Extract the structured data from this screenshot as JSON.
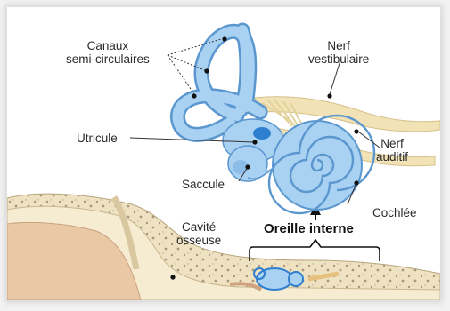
{
  "labels": {
    "canaux": [
      "Canaux",
      "semi-circulaires"
    ],
    "nerf_vestibulaire": [
      "Nerf",
      "vestibulaire"
    ],
    "utricule": "Utricule",
    "nerf_auditif": [
      "Nerf",
      "auditif"
    ],
    "saccule": "Saccule",
    "cochlee": "Cochlée",
    "cavite": [
      "Cavité",
      "osseuse"
    ],
    "oreille_interne": "Oreille interne"
  },
  "colors": {
    "labyrinth_fill": "#a9d1f2",
    "labyrinth_stroke": "#5b97cf",
    "labyrinth_dark": "#2f7fd0",
    "nerve": "#f2e3b6",
    "bone": "#efe2c2",
    "bone_pores": "#a89878",
    "flesh": "#e9c8a6",
    "marker": "#111111"
  }
}
